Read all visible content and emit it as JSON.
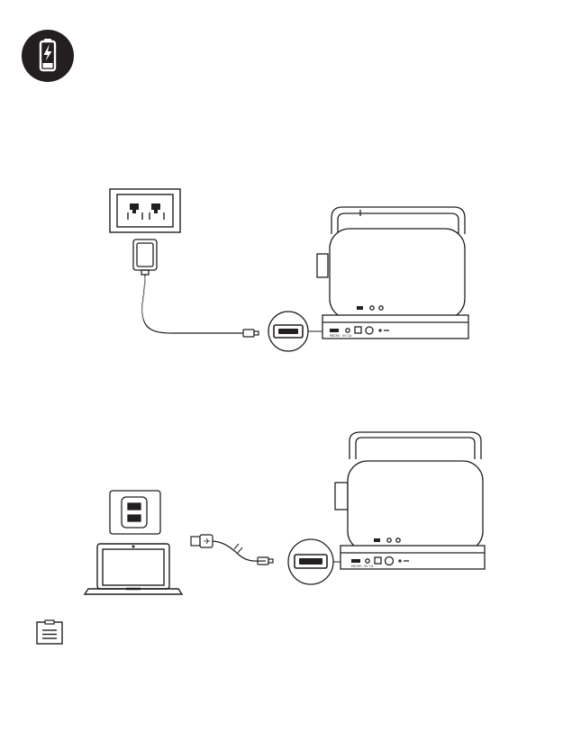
{
  "icons": {
    "battery": "battery-charging-icon",
    "note": "note-icon"
  },
  "diagram_wall": {
    "ports": [
      "5V 1A",
      "MICRO"
    ]
  },
  "diagram_laptop": {
    "ports": [
      "5V 1A",
      "MICRO"
    ]
  },
  "colors": {
    "ink": "#231f20",
    "paper": "#ffffff"
  }
}
